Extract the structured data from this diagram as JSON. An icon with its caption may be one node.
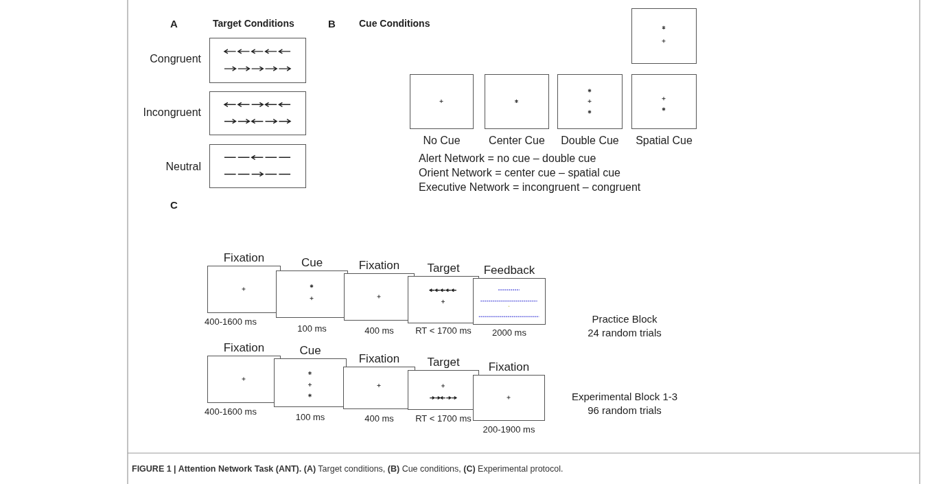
{
  "diagram": {
    "caption": "**FIGURE 1 | Attention Network Task (ANT). (A)** Target conditions, **(B)** Cue conditions, **(C)** Experimental protocol.",
    "nodes": [
      {
        "text": [],
        "shape": "box",
        "beside": [
          "Congruent"
        ]
      },
      {
        "text": [],
        "shape": "box",
        "beside": [
          "Incongruent"
        ]
      },
      {
        "text": [],
        "shape": "box",
        "beside": [
          "Neutral"
        ]
      },
      {
        "text": [],
        "shape": "box"
      },
      {
        "text": [],
        "shape": "box",
        "beside": [
          "No Cue"
        ]
      },
      {
        "text": [],
        "shape": "box",
        "beside": [
          "Center Cue"
        ]
      },
      {
        "text": [],
        "shape": "box",
        "beside": [
          "Double Cue"
        ]
      },
      {
        "text": [],
        "shape": "box",
        "beside": [
          "Spatial Cue"
        ]
      },
      {
        "text": [
          "Fixation"
        ],
        "beside": [
          "400-1600 ms"
        ]
      },
      {
        "text": [
          "Cue"
        ],
        "beside": [
          "100 ms"
        ]
      },
      {
        "text": [
          "Fixation"
        ],
        "beside": [
          "400 ms"
        ]
      },
      {
        "text": [
          "Target"
        ],
        "beside": [
          "RT < 1700 ms"
        ]
      },
      {
        "text": [
          "Feedback"
        ],
        "beside": [
          "2000 ms"
        ]
      },
      {
        "text": [
          "Fixation"
        ],
        "beside": [
          "400-1600 ms"
        ]
      },
      {
        "text": [
          "Cue"
        ],
        "beside": [
          "100 ms"
        ]
      },
      {
        "text": [
          "Fixation"
        ],
        "beside": [
          "400 ms"
        ]
      },
      {
        "text": [
          "Target"
        ],
        "beside": [
          "RT < 1700 ms"
        ]
      },
      {
        "text": [
          "Fixation"
        ],
        "beside": [
          "200-1900 ms"
        ]
      }
    ],
    "edges": [],
    "labels": [
      "A",
      "Target Conditions",
      "B",
      "Cue Conditions",
      "Alert Network = no cue – double cue",
      "Orient Network = center cue – spatial cue",
      "Executive Network = incongruent – congruent",
      "C",
      "Practice Block",
      "24 random trials",
      "Experimental Block 1-3",
      "96 random trials"
    ]
  }
}
